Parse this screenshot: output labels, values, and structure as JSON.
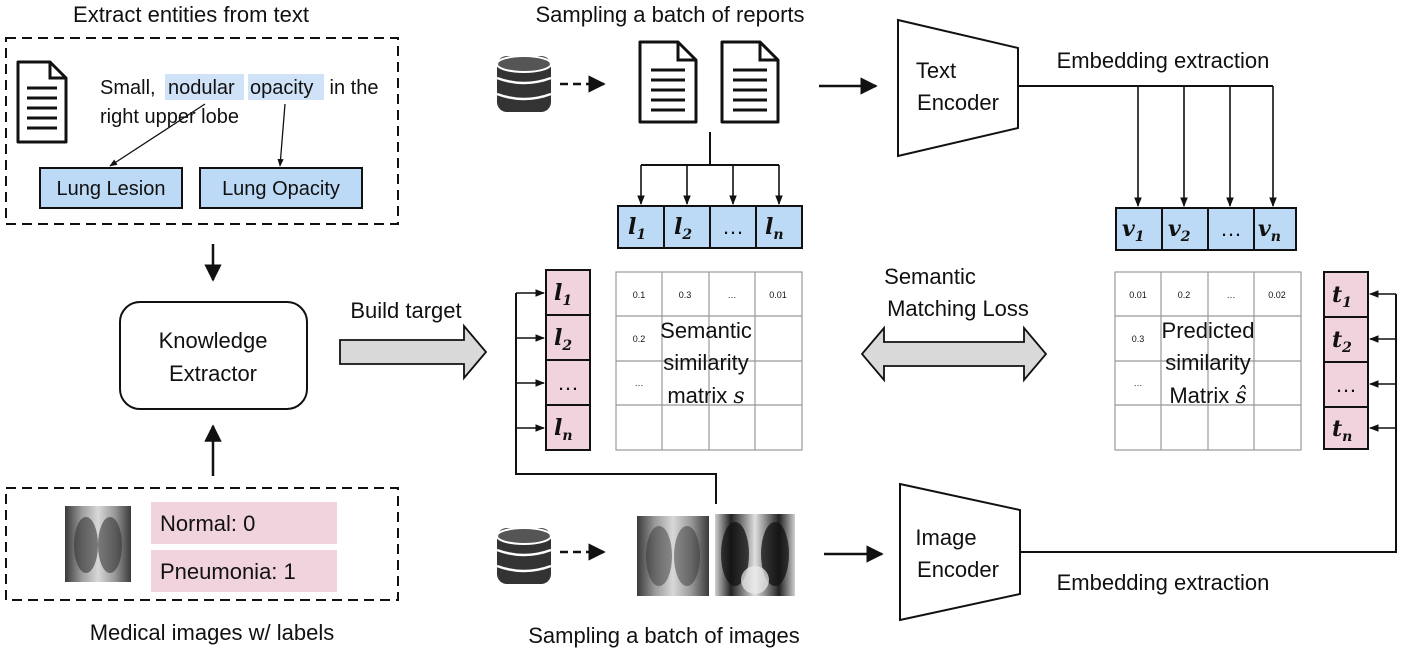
{
  "extract_panel": {
    "title": "Extract entities from text",
    "sentence_line1_pre": "Small, ",
    "highlight1": "nodular",
    "highlight2": "opacity",
    "sentence_line1_post": " in the",
    "sentence_line2": "right upper lobe",
    "entity1": "Lung Lesion",
    "entity2": "Lung Opacity"
  },
  "knowledge_extractor": {
    "line1": "Knowledge",
    "line2": "Extractor"
  },
  "images_panel": {
    "label1": "Normal: 0",
    "label2": "Pneumonia: 1",
    "caption": "Medical images w/ labels"
  },
  "build_target": "Build target",
  "reports": {
    "title": "Sampling a batch of reports"
  },
  "images_batch": {
    "caption": "Sampling a batch of images"
  },
  "text_encoder": {
    "line1": "Text",
    "line2": "Encoder"
  },
  "image_encoder": {
    "line1": "Image",
    "line2": "Encoder"
  },
  "embedding_top": "Embedding extraction",
  "embedding_bottom": "Embedding extraction",
  "l_vector": {
    "cells": [
      "l",
      "l",
      "…",
      "l"
    ],
    "subs": [
      "1",
      "2",
      "",
      "n"
    ]
  },
  "v_vector": {
    "cells": [
      "v",
      "v",
      "…",
      "v"
    ],
    "subs": [
      "1",
      "2",
      "",
      "n"
    ]
  },
  "l_column": {
    "cells": [
      "l",
      "l",
      "…",
      "l"
    ],
    "subs": [
      "1",
      "2",
      "",
      "n"
    ]
  },
  "t_column": {
    "cells": [
      "t",
      "t",
      "…",
      "t"
    ],
    "subs": [
      "1",
      "2",
      "",
      "n"
    ]
  },
  "semantic_matrix": {
    "row1": [
      "0.1",
      "0.3",
      "…",
      "0.01"
    ],
    "row2_first": "0.2",
    "row3_first": "…",
    "label_line1": "Semantic",
    "label_line2": "similarity",
    "label_line3": "matrix ",
    "label_symbol": "s"
  },
  "predicted_matrix": {
    "row1": [
      "0.01",
      "0.2",
      "…",
      "0.02"
    ],
    "row2_first": "0.3",
    "row3_first": "…",
    "label_line1": "Predicted",
    "label_line2": "similarity",
    "label_line3": "Matrix ",
    "label_symbol": "ŝ"
  },
  "loss": {
    "line1": "Semantic",
    "line2": "Matching Loss"
  },
  "colors": {
    "blue": "#bcd9f5",
    "pink": "#f1d3de",
    "arrow_gray": "#d9d9d9",
    "highlight": "#cfe2f7"
  }
}
